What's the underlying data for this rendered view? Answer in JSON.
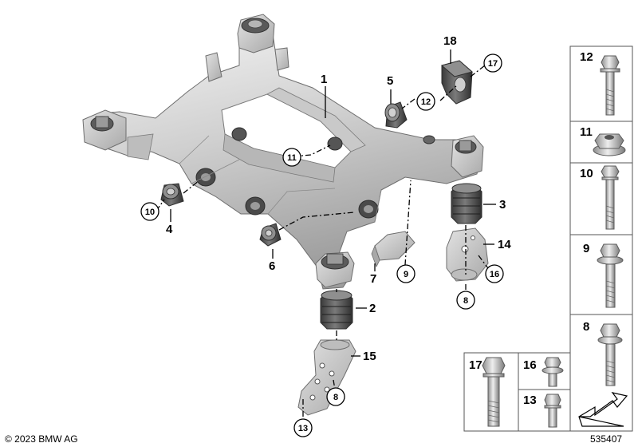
{
  "diagram": {
    "part_labels": [
      {
        "id": "p1",
        "text": "1"
      },
      {
        "id": "p2",
        "text": "2"
      },
      {
        "id": "p3",
        "text": "3"
      },
      {
        "id": "p4",
        "text": "4"
      },
      {
        "id": "p5",
        "text": "5"
      },
      {
        "id": "p6",
        "text": "6"
      },
      {
        "id": "p7",
        "text": "7"
      },
      {
        "id": "p14",
        "text": "14"
      },
      {
        "id": "p15",
        "text": "15"
      },
      {
        "id": "p18",
        "text": "18"
      }
    ],
    "circle_labels": [
      {
        "id": "c17",
        "text": "17"
      },
      {
        "id": "c12",
        "text": "12"
      },
      {
        "id": "c11",
        "text": "11"
      },
      {
        "id": "c10",
        "text": "10"
      },
      {
        "id": "c9",
        "text": "9"
      },
      {
        "id": "c16",
        "text": "16"
      },
      {
        "id": "c8a",
        "text": "8"
      },
      {
        "id": "c8b",
        "text": "8"
      },
      {
        "id": "c13",
        "text": "13"
      }
    ],
    "parts_panel": [
      {
        "id": "t12",
        "text": "12"
      },
      {
        "id": "t11",
        "text": "11"
      },
      {
        "id": "t10",
        "text": "10"
      },
      {
        "id": "t9",
        "text": "9"
      },
      {
        "id": "t8",
        "text": "8"
      },
      {
        "id": "t17",
        "text": "17"
      },
      {
        "id": "t16",
        "text": "16"
      },
      {
        "id": "t13",
        "text": "13"
      }
    ],
    "copyright": "© 2023 BMW AG",
    "diagram_number": "535407"
  }
}
